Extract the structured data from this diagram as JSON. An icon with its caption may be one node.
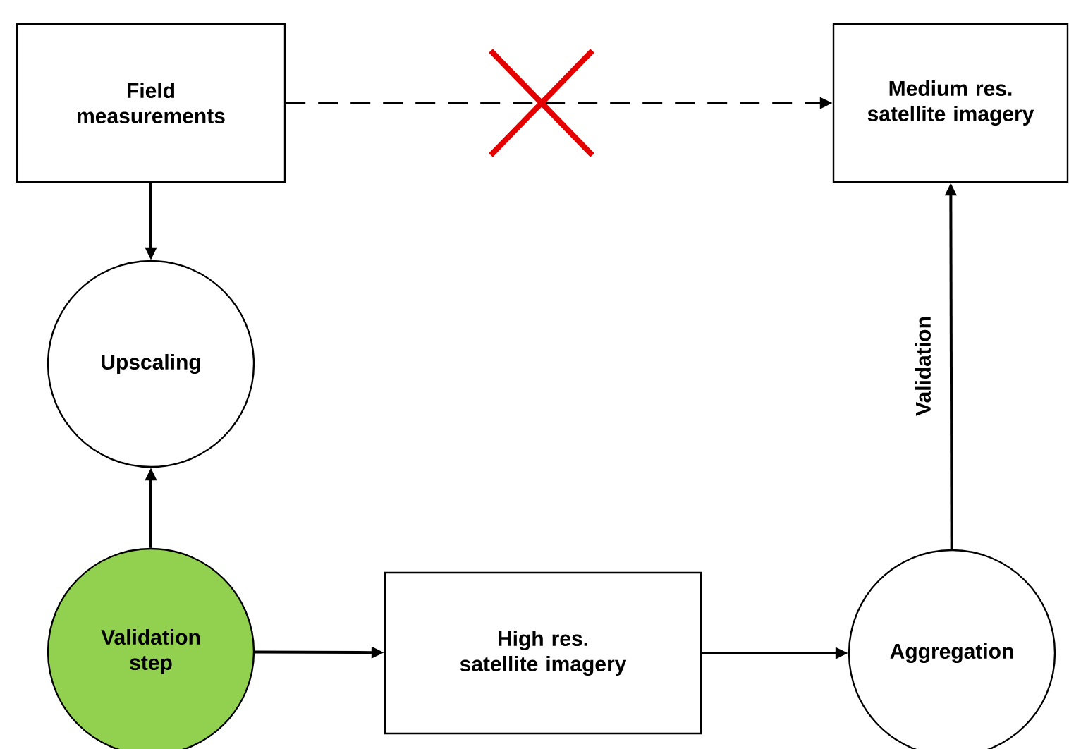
{
  "diagram": {
    "nodes": [
      {
        "text": [
          "Field measurements"
        ]
      },
      {
        "text": [
          "Medium res. satellite imagery"
        ]
      },
      {
        "text": [
          "Upscaling"
        ]
      },
      {
        "text": [
          "Validation step"
        ]
      },
      {
        "text": [
          "High res. satellite imagery"
        ]
      },
      {
        "text": [
          "Aggregation"
        ]
      }
    ],
    "edges": [
      {
        "from": 0,
        "to": 1,
        "arrow": "to",
        "style": "dashed"
      },
      {
        "from": 0,
        "to": 2,
        "arrow": "to"
      },
      {
        "from": 3,
        "to": 2,
        "arrow": "to"
      },
      {
        "from": 3,
        "to": 4,
        "arrow": "to"
      },
      {
        "from": 4,
        "to": 5,
        "arrow": "to"
      },
      {
        "from": 5,
        "to": 1,
        "arrow": "to",
        "label": "Validation"
      }
    ]
  }
}
